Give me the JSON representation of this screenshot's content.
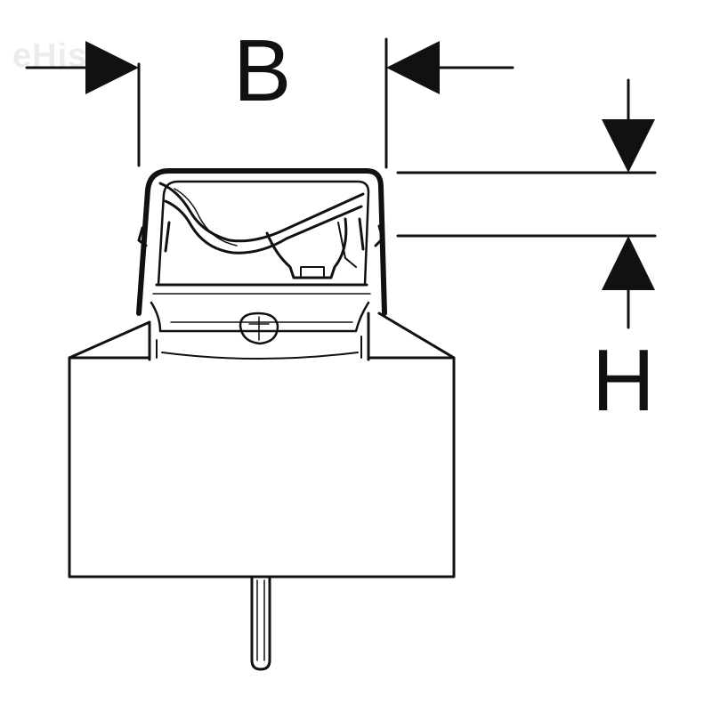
{
  "dimensions": {
    "width_label": "B",
    "height_label": "H"
  },
  "watermark": {
    "text": "eHisa"
  },
  "colors": {
    "line": "#111111",
    "background": "#ffffff"
  }
}
